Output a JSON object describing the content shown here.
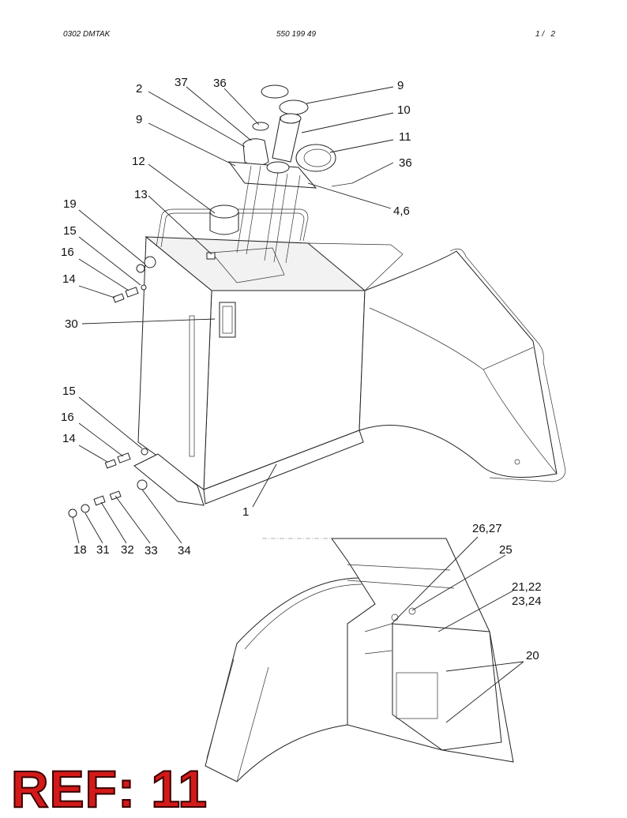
{
  "header": {
    "left": "0302 DMTAK",
    "center": "550 199 49",
    "right": "1 /   2"
  },
  "callouts": {
    "c2": "2",
    "c37": "37",
    "c36a": "36",
    "c9a": "9",
    "c9b": "9",
    "c10": "10",
    "c11": "11",
    "c36b": "36",
    "c12": "12",
    "c13": "13",
    "c46": "4,6",
    "c19": "19",
    "c15a": "15",
    "c16a": "16",
    "c14a": "14",
    "c30": "30",
    "c15b": "15",
    "c16b": "16",
    "c14b": "14",
    "c1": "1",
    "c18": "18",
    "c31": "31",
    "c32": "32",
    "c33": "33",
    "c34": "34",
    "c2627": "26,27",
    "c25": "25",
    "c2122": "21,22",
    "c2324": "23,24",
    "c20": "20"
  },
  "ref": "REF: 11"
}
